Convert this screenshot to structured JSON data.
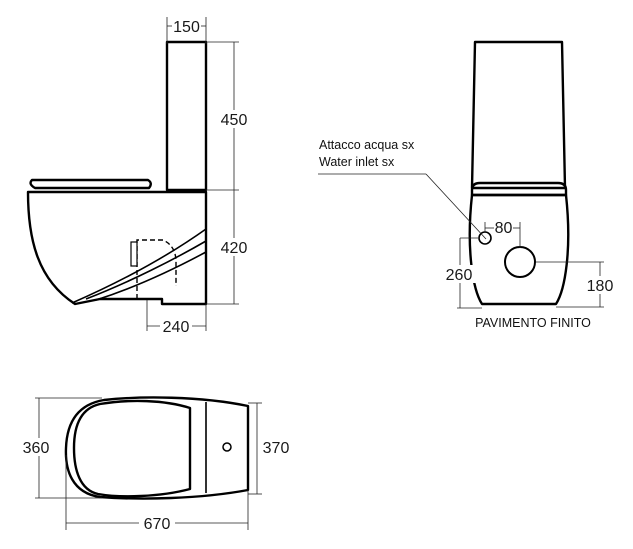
{
  "side_view": {
    "dim_tank_depth": "150",
    "dim_tank_height": "450",
    "dim_bowl_height": "420",
    "dim_outlet_offset": "240"
  },
  "front_view": {
    "inlet_label_it": "Attacco acqua sx",
    "inlet_label_en": "Water inlet sx",
    "dim_inlet_dia": "80",
    "dim_inlet_height": "260",
    "dim_outlet_height": "180",
    "floor_label": "PAVIMENTO FINITO"
  },
  "top_view": {
    "dim_width_left": "360",
    "dim_width_right": "370",
    "dim_length": "670"
  }
}
